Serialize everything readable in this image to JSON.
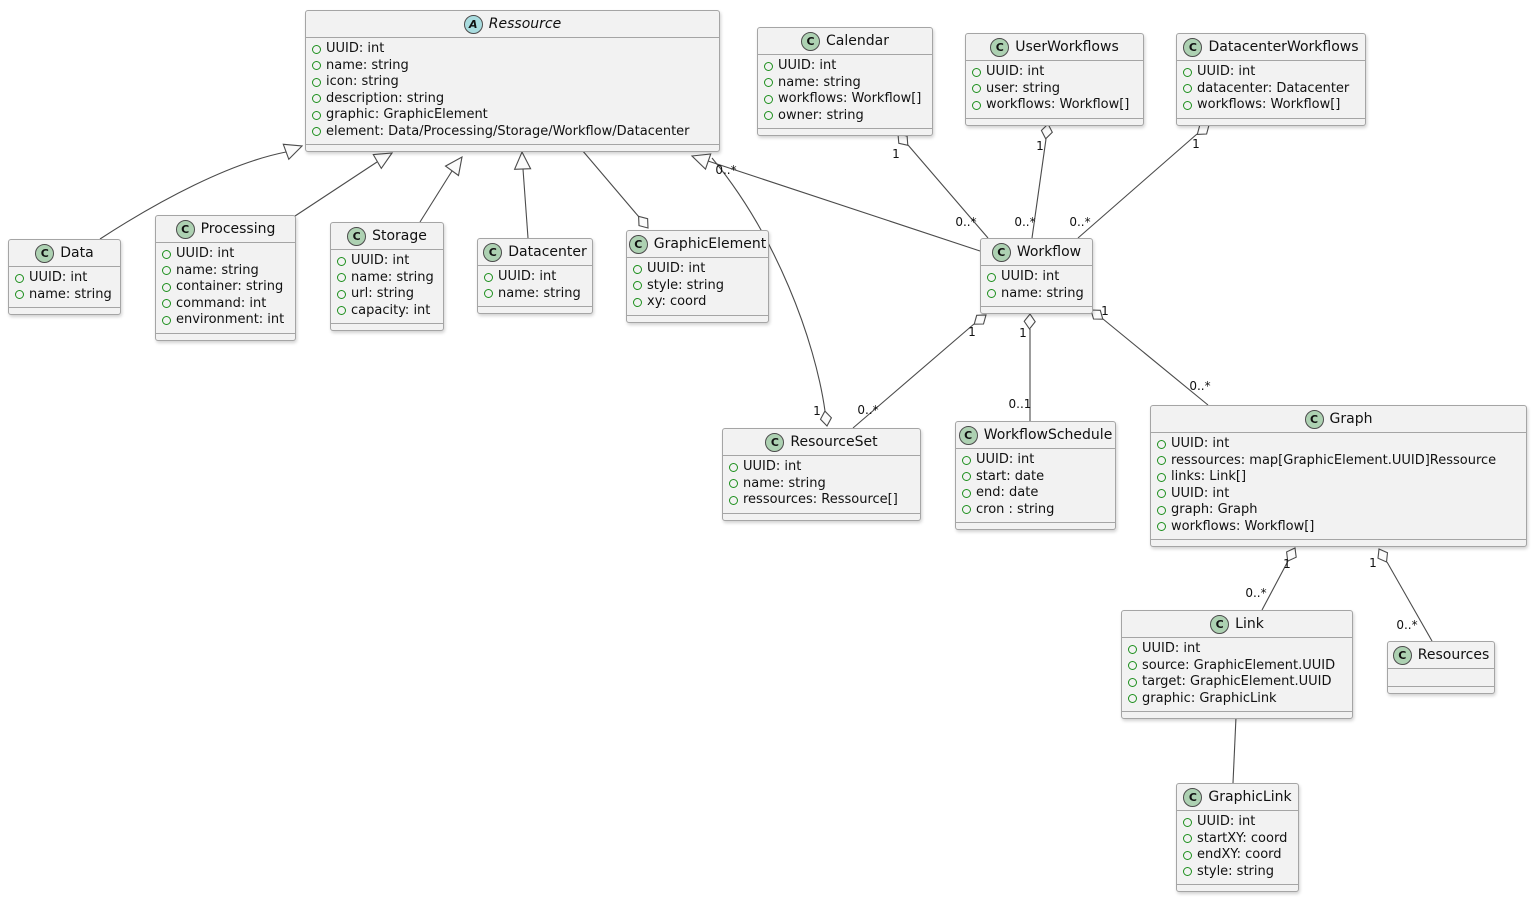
{
  "diagram_title": "Workflow resources UML class diagram",
  "colors": {
    "box_fill": "#f2f2f2",
    "box_border": "#a5a5a5",
    "line": "#4b4b4b",
    "class_icon_fill": "#ADD1B2",
    "abstract_icon_fill": "#A9DCDF",
    "visibility_circle": "#1d8f1d"
  },
  "classes": {
    "ressource": {
      "icon_letter": "A",
      "name": "Ressource",
      "attrs": [
        "UUID: int",
        "name: string",
        "icon: string",
        "description: string",
        "graphic: GraphicElement",
        "element: Data/Processing/Storage/Workflow/Datacenter"
      ]
    },
    "calendar": {
      "icon_letter": "C",
      "name": "Calendar",
      "attrs": [
        "UUID: int",
        "name: string",
        "workflows: Workflow[]",
        "owner: string"
      ]
    },
    "user_workflows": {
      "icon_letter": "C",
      "name": "UserWorkflows",
      "attrs": [
        "UUID: int",
        "user: string",
        "workflows: Workflow[]"
      ]
    },
    "datacenter_workflows": {
      "icon_letter": "C",
      "name": "DatacenterWorkflows",
      "attrs": [
        "UUID: int",
        "datacenter: Datacenter",
        "workflows: Workflow[]"
      ]
    },
    "data": {
      "icon_letter": "C",
      "name": "Data",
      "attrs": [
        "UUID: int",
        "name: string"
      ]
    },
    "processing": {
      "icon_letter": "C",
      "name": "Processing",
      "attrs": [
        "UUID: int",
        "name: string",
        "container: string",
        "command: int",
        "environment: int"
      ]
    },
    "storage": {
      "icon_letter": "C",
      "name": "Storage",
      "attrs": [
        "UUID: int",
        "name: string",
        "url: string",
        "capacity: int"
      ]
    },
    "datacenter": {
      "icon_letter": "C",
      "name": "Datacenter",
      "attrs": [
        "UUID: int",
        "name: string"
      ]
    },
    "graphic_element": {
      "icon_letter": "C",
      "name": "GraphicElement",
      "attrs": [
        "UUID: int",
        "style: string",
        "xy: coord"
      ]
    },
    "workflow": {
      "icon_letter": "C",
      "name": "Workflow",
      "attrs": [
        "UUID: int",
        "name: string"
      ]
    },
    "resource_set": {
      "icon_letter": "C",
      "name": "ResourceSet",
      "attrs": [
        "UUID: int",
        "name: string",
        "ressources: Ressource[]"
      ]
    },
    "workflow_schedule": {
      "icon_letter": "C",
      "name": "WorkflowSchedule",
      "attrs": [
        "UUID: int",
        "start: date",
        "end: date",
        "cron : string"
      ]
    },
    "graph": {
      "icon_letter": "C",
      "name": "Graph",
      "attrs": [
        "UUID: int",
        "ressources: map[GraphicElement.UUID]Ressource",
        "links: Link[]",
        "UUID: int",
        "graph: Graph",
        "workflows: Workflow[]"
      ]
    },
    "link": {
      "icon_letter": "C",
      "name": "Link",
      "attrs": [
        "UUID: int",
        "source: GraphicElement.UUID",
        "target: GraphicElement.UUID",
        "graphic: GraphicLink"
      ]
    },
    "resources": {
      "icon_letter": "C",
      "name": "Resources",
      "attrs": []
    },
    "graphic_link": {
      "icon_letter": "C",
      "name": "GraphicLink",
      "attrs": [
        "UUID: int",
        "startXY: coord",
        "endXY: coord",
        "style: string"
      ]
    }
  },
  "edges": [
    {
      "id": "data-extends-ressource",
      "kind": "inheritance",
      "from": "Data",
      "to": "Ressource",
      "labels": []
    },
    {
      "id": "processing-extends-ressource",
      "kind": "inheritance",
      "from": "Processing",
      "to": "Ressource",
      "labels": []
    },
    {
      "id": "storage-extends-ressource",
      "kind": "inheritance",
      "from": "Storage",
      "to": "Ressource",
      "labels": []
    },
    {
      "id": "datacenter-extends-ressource",
      "kind": "inheritance",
      "from": "Datacenter",
      "to": "Ressource",
      "labels": []
    },
    {
      "id": "workflow-extends-ressource",
      "kind": "inheritance",
      "from": "Workflow",
      "to": "Ressource",
      "labels": []
    },
    {
      "id": "ressource-graphicelement",
      "kind": "aggregation",
      "from": "Ressource",
      "to": "GraphicElement",
      "labels": []
    },
    {
      "id": "resourceset-ressource",
      "kind": "aggregation",
      "from": "ResourceSet",
      "to": "Ressource",
      "labels": [
        "1",
        "0..*"
      ]
    },
    {
      "id": "calendar-workflow",
      "kind": "aggregation",
      "from": "Calendar",
      "to": "Workflow",
      "labels": [
        "1",
        "0..*"
      ]
    },
    {
      "id": "userworkflows-workflow",
      "kind": "aggregation",
      "from": "UserWorkflows",
      "to": "Workflow",
      "labels": [
        "1",
        "0..*"
      ]
    },
    {
      "id": "datacenterworkflows-workflow",
      "kind": "aggregation",
      "from": "DatacenterWorkflows",
      "to": "Workflow",
      "labels": [
        "1",
        "0..*"
      ]
    },
    {
      "id": "workflow-resourceset",
      "kind": "aggregation",
      "from": "Workflow",
      "to": "ResourceSet",
      "labels": [
        "1",
        "0..*"
      ]
    },
    {
      "id": "workflow-workflowschedule",
      "kind": "aggregation",
      "from": "Workflow",
      "to": "WorkflowSchedule",
      "labels": [
        "1",
        "0..1"
      ]
    },
    {
      "id": "workflow-graph",
      "kind": "aggregation",
      "from": "Workflow",
      "to": "Graph",
      "labels": [
        "1",
        "0..*"
      ]
    },
    {
      "id": "graph-link",
      "kind": "aggregation",
      "from": "Graph",
      "to": "Link",
      "labels": [
        "1",
        "0..*"
      ]
    },
    {
      "id": "graph-resources",
      "kind": "aggregation",
      "from": "Graph",
      "to": "Resources",
      "labels": [
        "1",
        "0..*"
      ]
    },
    {
      "id": "link-graphiclink",
      "kind": "association",
      "from": "Link",
      "to": "GraphicLink",
      "labels": []
    }
  ]
}
